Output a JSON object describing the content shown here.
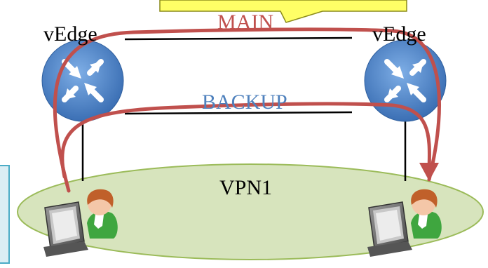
{
  "diagram": {
    "left_router_label": "vEdge",
    "right_router_label": "vEdge",
    "main_path_label": "MAIN",
    "backup_path_label": "BACKUP",
    "vpn_label": "VPN1",
    "colors": {
      "callout_fill": "#ffff66",
      "callout_stroke": "#8a8a1a",
      "router_fill": "#4f86cc",
      "main_text": "#c0504d",
      "backup_text": "#4f81bd",
      "path_stroke": "#c0504d",
      "vpn_fill": "#d7e4bd",
      "vpn_stroke": "#9bbb59",
      "side_box_fill": "#dbeef4",
      "side_box_stroke": "#4bacc6"
    }
  }
}
